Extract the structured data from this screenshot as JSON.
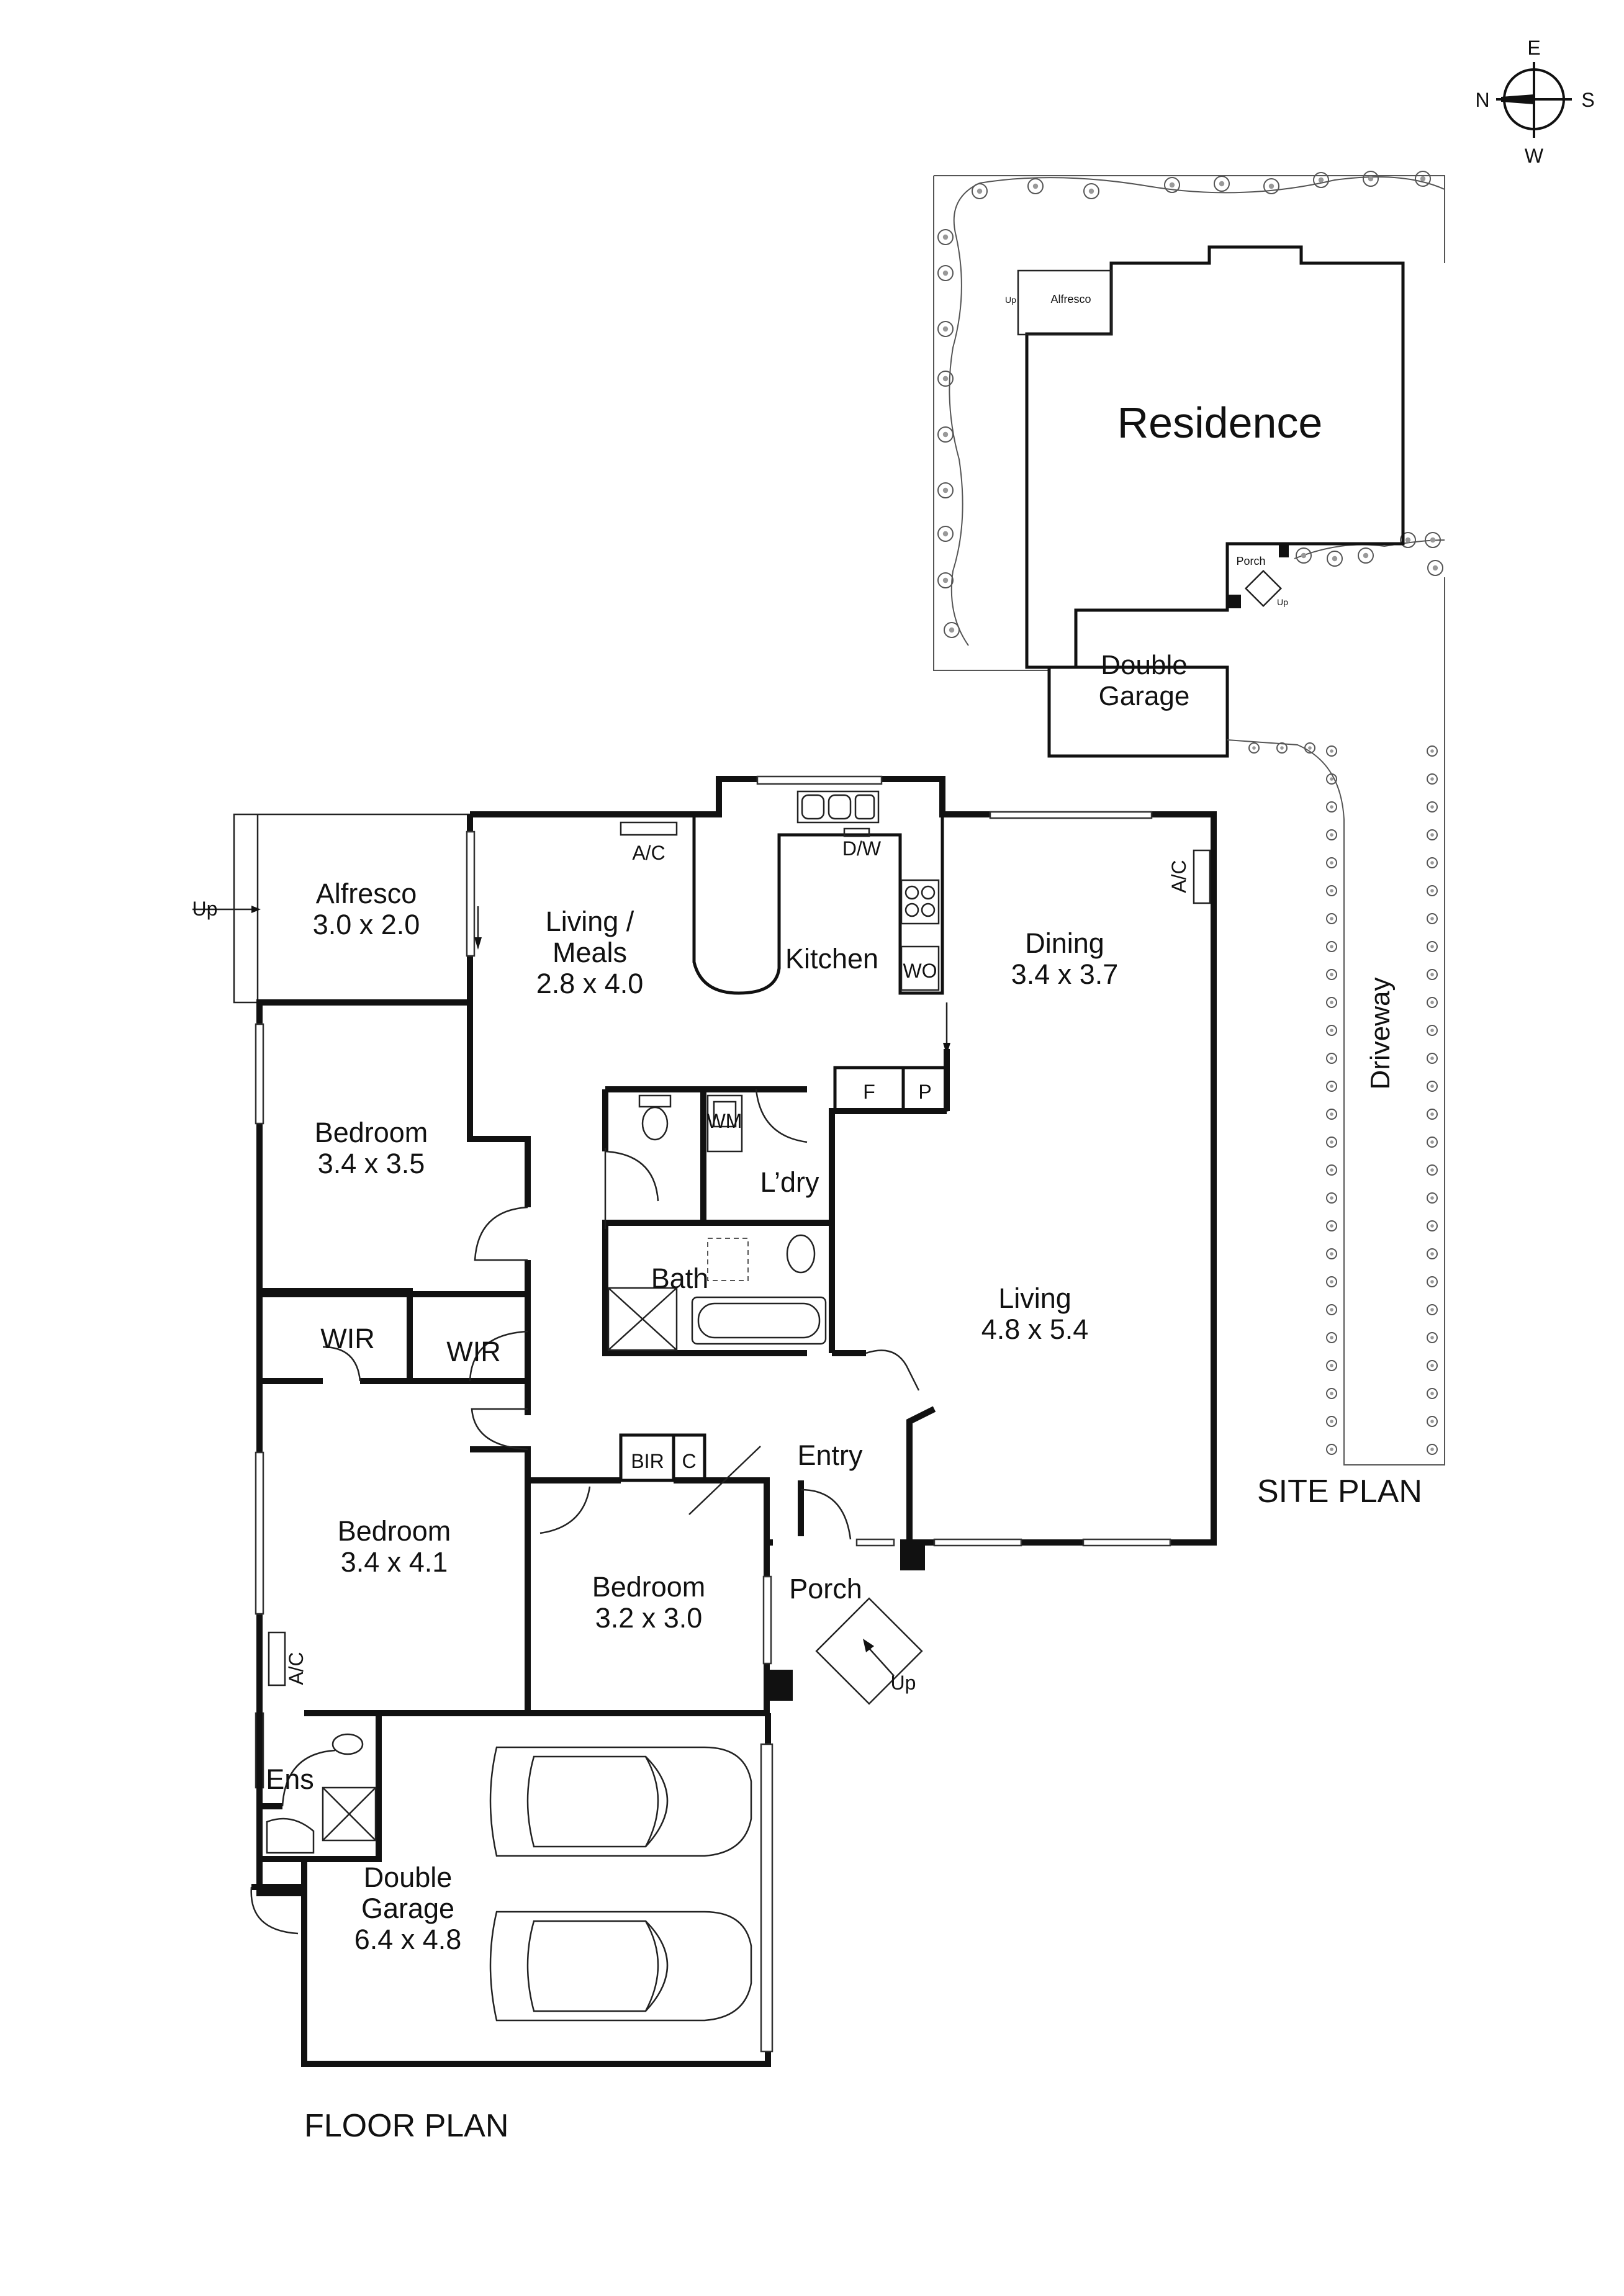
{
  "compass": {
    "n": "N",
    "e": "E",
    "s": "S",
    "w": "W"
  },
  "site_plan": {
    "residence": "Residence",
    "alfresco": "Alfresco",
    "up": "Up",
    "porch": "Porch",
    "porch_up": "Up",
    "garage_line1": "Double",
    "garage_line2": "Garage",
    "driveway": "Driveway",
    "heading": "SITE PLAN"
  },
  "floor_plan": {
    "heading": "FLOOR PLAN",
    "alfresco": {
      "name": "Alfresco",
      "size": "3.0 x 2.0",
      "up": "Up"
    },
    "living_meals": {
      "line1": "Living /",
      "line2": "Meals",
      "size": "2.8 x 4.0",
      "ac": "A/C"
    },
    "kitchen": {
      "name": "Kitchen",
      "dw": "D/W",
      "wo": "WO"
    },
    "dining": {
      "name": "Dining",
      "size": "3.4 x 3.7",
      "ac": "A/C"
    },
    "fridge": "F",
    "pantry": "P",
    "bedroom1": {
      "name": "Bedroom",
      "size": "3.4 x 3.5"
    },
    "wm": "WM",
    "laundry": "L’dry",
    "bath": "Bath",
    "living": {
      "name": "Living",
      "size": "4.8 x 5.4"
    },
    "wir1": "WIR",
    "wir2": "WIR",
    "bir": "BIR",
    "linen": "C",
    "entry": "Entry",
    "bedroom2": {
      "name": "Bedroom",
      "size": "3.4 x 4.1",
      "ac": "A/C"
    },
    "bedroom3": {
      "name": "Bedroom",
      "size": "3.2 x 3.0"
    },
    "porch": {
      "name": "Porch",
      "up": "Up"
    },
    "ensuite": "Ens",
    "garage": {
      "line1": "Double",
      "line2": "Garage",
      "size": "6.4 x 4.8"
    }
  }
}
